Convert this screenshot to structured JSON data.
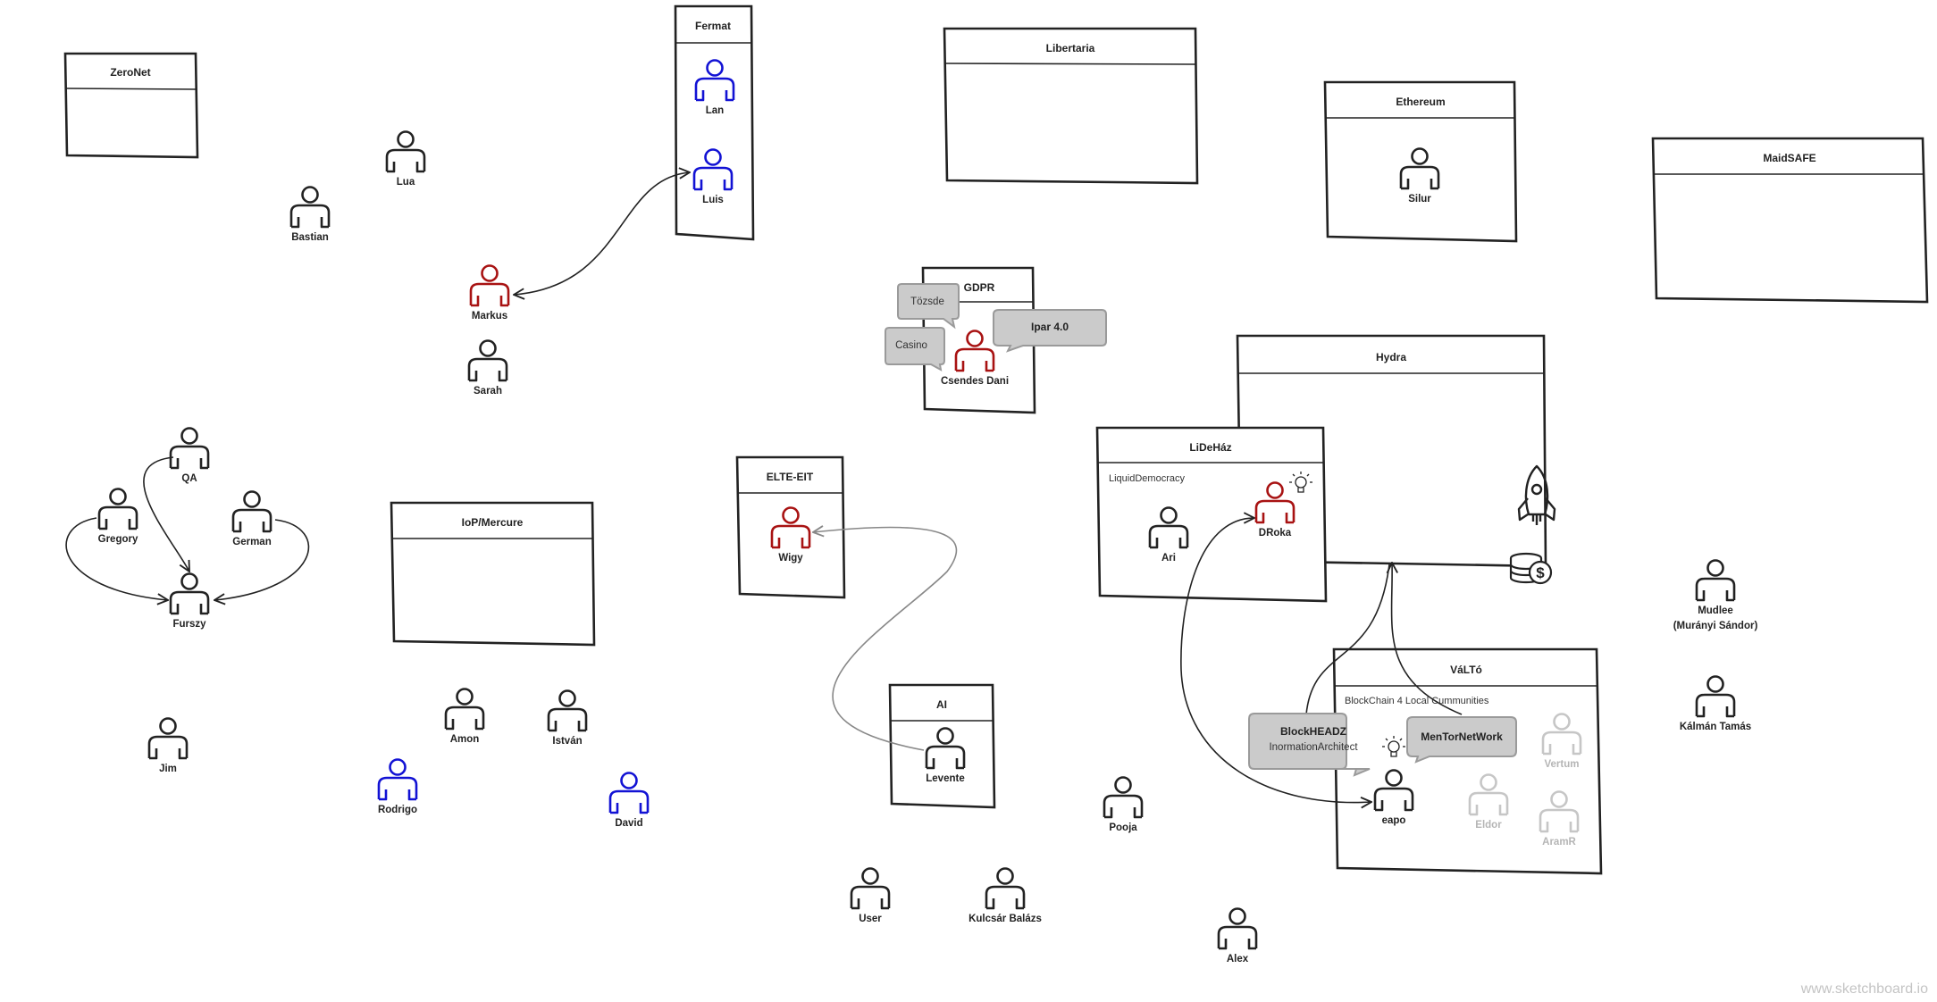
{
  "colors": {
    "default": "#222222",
    "blue": "#1212d4",
    "red": "#a81212",
    "gray": "#c6c6c6",
    "bubble": "#c9c9c9"
  },
  "boxes": {
    "zeronet": "ZeroNet",
    "fermat": "Fermat",
    "libertaria": "Libertaria",
    "ethereum": "Ethereum",
    "maidsafe": "MaidSAFE",
    "gdpr": "GDPR",
    "hydra": "Hydra",
    "lideház": "LiDeHáz",
    "lideház_sub": "LiquidDemocracy",
    "iop": "IoP/Mercure",
    "elte": "ELTE-EIT",
    "ai": "AI",
    "valto": "VáLTó",
    "valto_sub": "BlockChain 4 Local Cummunities"
  },
  "people": {
    "lan": "Lan",
    "luis": "Luis",
    "lua": "Lua",
    "bastian": "Bastian",
    "markus": "Markus",
    "sarah": "Sarah",
    "silur": "Silur",
    "csendes": "Csendes Dani",
    "qa": "QA",
    "gregory": "Gregory",
    "german": "German",
    "furszy": "Furszy",
    "ari": "Ari",
    "droka": "DRoka",
    "wigy": "Wigy",
    "mudlee": "Mudlee",
    "mudlee2": "(Murányi Sándor)",
    "kalman": "Kálmán Tamás",
    "jim": "Jim",
    "amon": "Amon",
    "istvan": "István",
    "rodrigo": "Rodrigo",
    "david": "David",
    "levente": "Levente",
    "pooja": "Pooja",
    "vertum": "Vertum",
    "eldor": "Eldor",
    "aramr": "AramR",
    "eapo": "eapo",
    "user": "User",
    "kulcsar": "Kulcsár Balázs",
    "alex": "Alex"
  },
  "bubbles": {
    "tozsde": "Tözsde",
    "casino": "Casino",
    "ipar": "Ipar 4.0",
    "blockheadz": "BlockHEADZ",
    "blockheadz_sub": "InormationArchitect",
    "mentor": "MenTorNetWork"
  },
  "icons": [
    "lightbulb-icon",
    "rocket-icon",
    "coins-dollar-icon"
  ],
  "watermark": "www.sketchboard.io"
}
